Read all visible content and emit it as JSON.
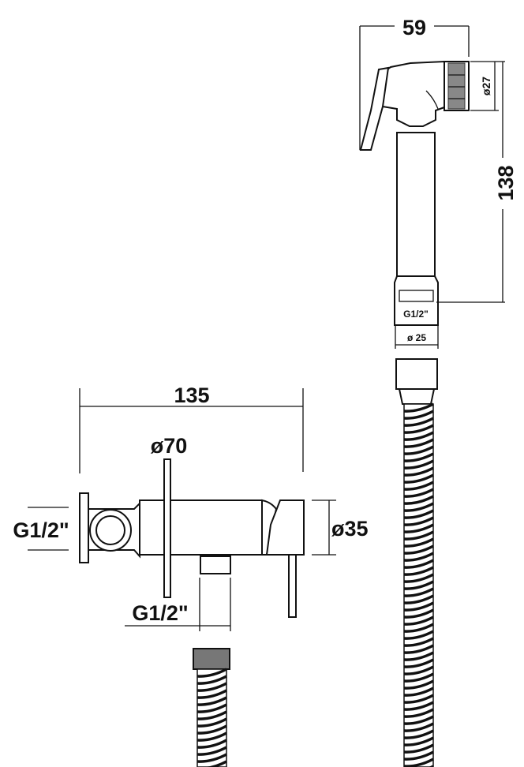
{
  "shower_head": {
    "width_label": "59",
    "nozzle_diameter_label": "ø27",
    "height_label": "138",
    "thread_label": "G1/2\"",
    "base_diameter_label": "ø 25"
  },
  "valve": {
    "length_label": "135",
    "plate_diameter_label": "ø70",
    "body_diameter_label": "ø35",
    "inlet_thread_label": "G1/2\"",
    "outlet_thread_label": "G1/2\""
  }
}
